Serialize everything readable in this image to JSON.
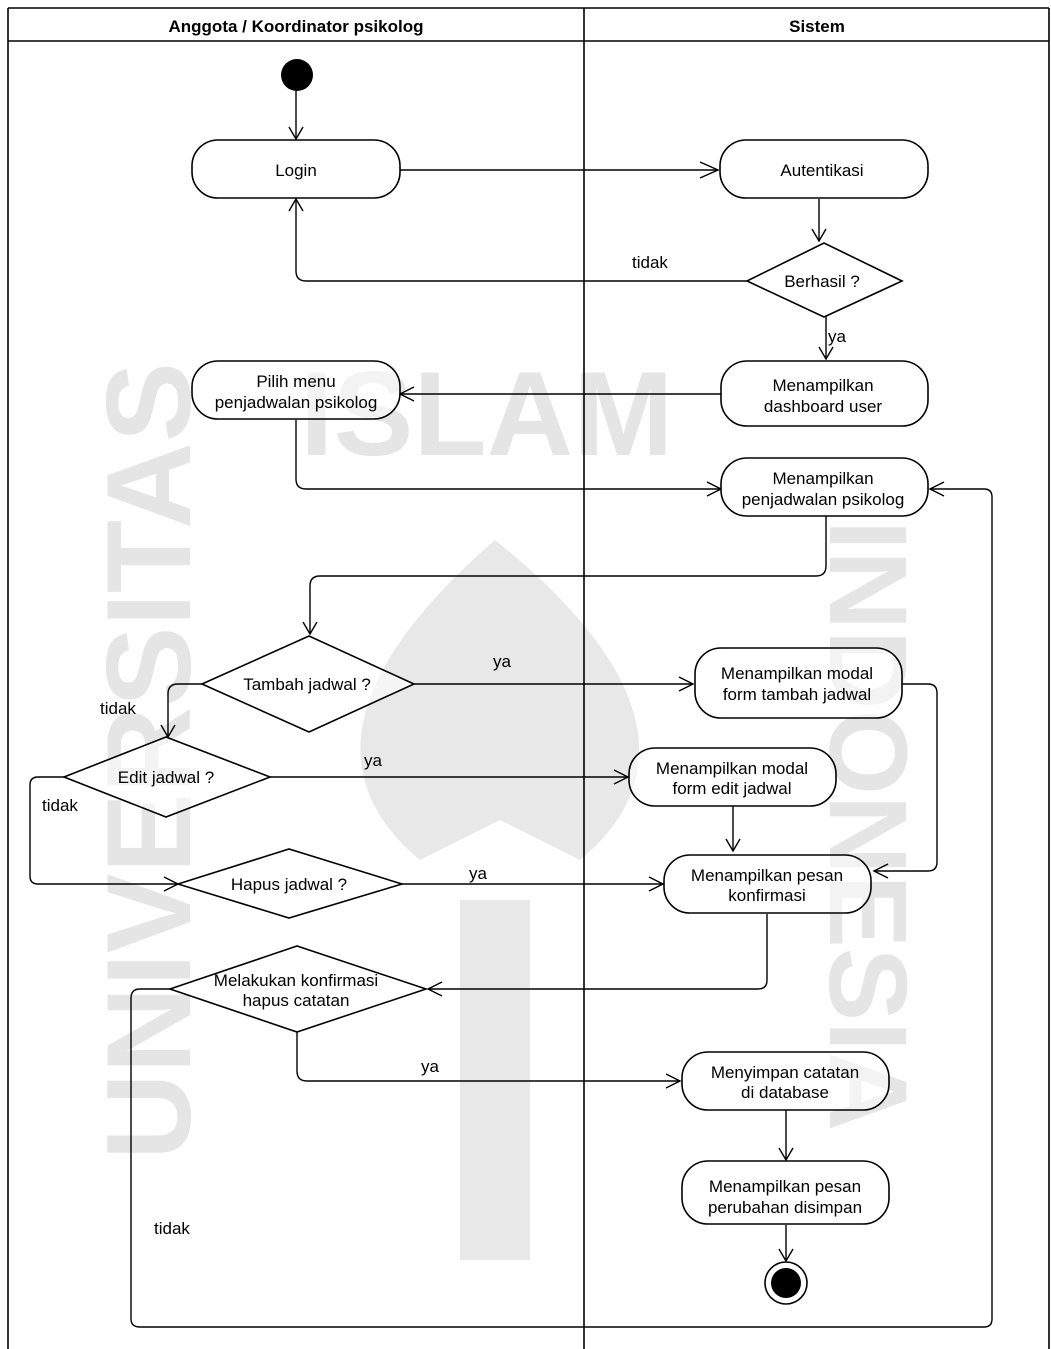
{
  "lanes": {
    "left": "Anggota / Koordinator psikolog",
    "right": "Sistem"
  },
  "watermark": {
    "top": "ISLAM",
    "left": "UNIVERSITAS",
    "right": "INDONESIA"
  },
  "nodes": {
    "login": "Login",
    "autentikasi": "Autentikasi",
    "berhasil": "Berhasil ?",
    "dashboard": [
      "Menampilkan",
      "dashboard user"
    ],
    "pilih_menu": [
      "Pilih menu",
      "penjadwalan psikolog"
    ],
    "tampil_jadwal": [
      "Menampilkan",
      "penjadwalan psikolog"
    ],
    "tambah": "Tambah jadwal ?",
    "modal_tambah": [
      "Menampilkan modal",
      "form tambah jadwal"
    ],
    "edit": "Edit jadwal ?",
    "modal_edit": [
      "Menampilkan modal",
      "form edit jadwal"
    ],
    "hapus": "Hapus jadwal ?",
    "pesan_konfirmasi": [
      "Menampilkan pesan",
      "konfirmasi"
    ],
    "konfirmasi_hapus": [
      "Melakukan konfirmasi",
      "hapus catatan"
    ],
    "simpan": [
      "Menyimpan catatan",
      "di database"
    ],
    "pesan_disimpan": [
      "Menampilkan pesan",
      "perubahan disimpan"
    ]
  },
  "labels": {
    "tidak_login": "tidak",
    "ya_dashboard": "ya",
    "ya_tambah": "ya",
    "tidak_tambah": "tidak",
    "ya_edit": "ya",
    "tidak_edit": "tidak",
    "ya_hapus": "ya",
    "ya_konfirmasi": "ya",
    "tidak_konfirmasi": "tidak"
  }
}
